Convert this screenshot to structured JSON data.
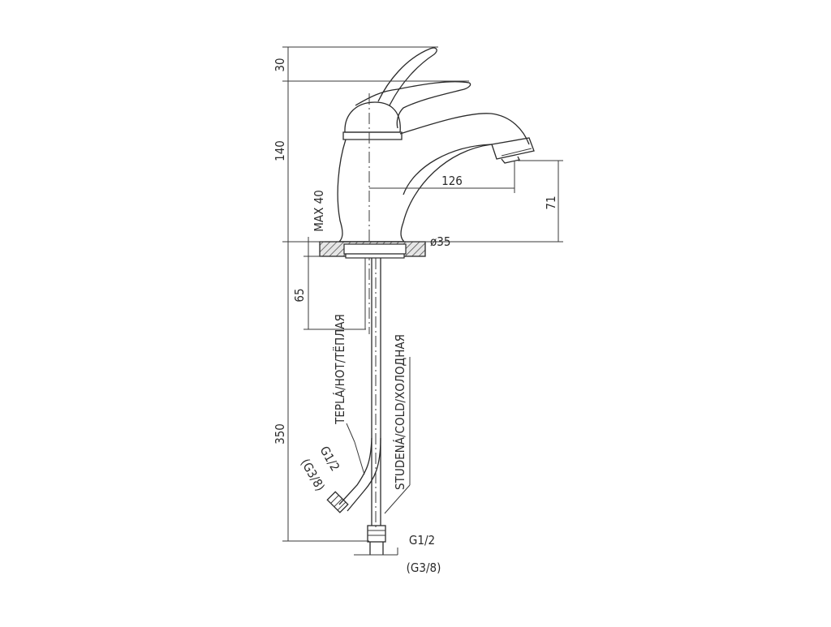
{
  "dimensions": {
    "lever_lift": "30",
    "body_height": "140",
    "max_deck": "MAX 40",
    "spout_reach": "126",
    "spout_height": "71",
    "base_diameter": "ø35",
    "tail_depth": "65",
    "hose_length": "350"
  },
  "hoses": {
    "hot_label": "TEPLÁ/HOT/ТЁПЛАЯ",
    "cold_label": "STUDENÁ/COLD/ХОЛОДНАЯ",
    "hot_thread": "G1/2",
    "hot_thread_alt": "(G3/8)",
    "cold_thread": "G1/2",
    "cold_thread_alt": "(G3/8)"
  }
}
